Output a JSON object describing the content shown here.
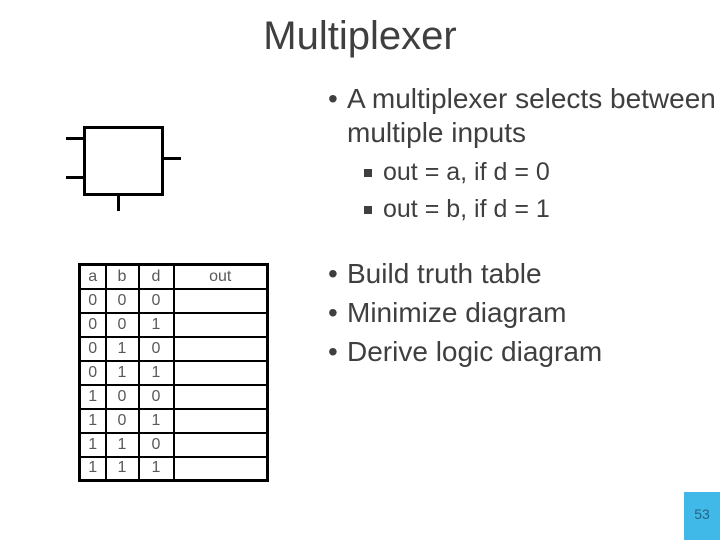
{
  "slide": {
    "title": "Multiplexer",
    "page_number": "53"
  },
  "colors": {
    "body_text": "#3F3F3F",
    "table_text": "#595959",
    "line_black": "#000000",
    "accent_blue": "#41B9E8",
    "page_number_text": "#28627F",
    "background": "#FFFFFF"
  },
  "content": {
    "bullet1": {
      "text": "A multiplexer selects between multiple inputs",
      "sub_bullets": [
        "out = a, if d = 0",
        "out = b, if d = 1"
      ]
    },
    "bullets2": [
      "Build truth table",
      "Minimize diagram",
      "Derive logic diagram"
    ]
  },
  "truth_table": {
    "headers": [
      "a",
      "b",
      "d",
      "out"
    ],
    "rows": [
      [
        "0",
        "0",
        "0",
        ""
      ],
      [
        "0",
        "0",
        "1",
        ""
      ],
      [
        "0",
        "1",
        "0",
        ""
      ],
      [
        "0",
        "1",
        "1",
        ""
      ],
      [
        "1",
        "0",
        "0",
        ""
      ],
      [
        "1",
        "0",
        "1",
        ""
      ],
      [
        "1",
        "1",
        "0",
        ""
      ],
      [
        "1",
        "1",
        "1",
        ""
      ]
    ]
  }
}
